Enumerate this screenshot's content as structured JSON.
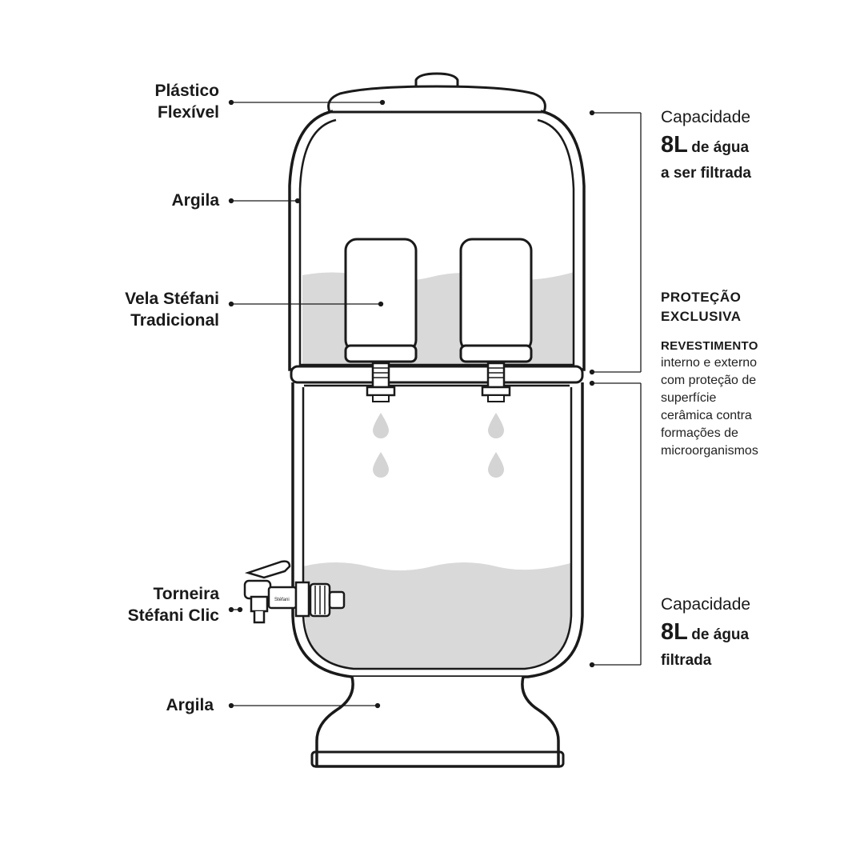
{
  "labels": {
    "plastico_line1": "Plástico",
    "plastico_line2": "Flexível",
    "argila_top": "Argila",
    "vela_line1": "Vela Stéfani",
    "vela_line2": "Tradicional",
    "torneira_line1": "Torneira",
    "torneira_line2": "Stéfani Clic",
    "argila_bottom": "Argila"
  },
  "top_capacity": {
    "label": "Capacidade",
    "amount": "8L",
    "text_line1": "de água",
    "text_line2": "a ser filtrada"
  },
  "protection": {
    "line1": "PROTEÇÃO",
    "line2": "EXCLUSIVA",
    "coating_title": "REVESTIMENTO",
    "coating_lines": [
      "interno e externo",
      "com proteção de",
      "superfície",
      "cerâmica contra",
      "formações de",
      "microorganismos"
    ]
  },
  "bottom_capacity": {
    "label": "Capacidade",
    "amount": "8L",
    "text_line1": "de água",
    "text_line2": "filtrada"
  },
  "faucet_brand": "Stéfani",
  "colors": {
    "outline": "#1a1a1a",
    "water": "#d9d9d9",
    "drop": "#d4d4d4",
    "background": "#ffffff"
  }
}
